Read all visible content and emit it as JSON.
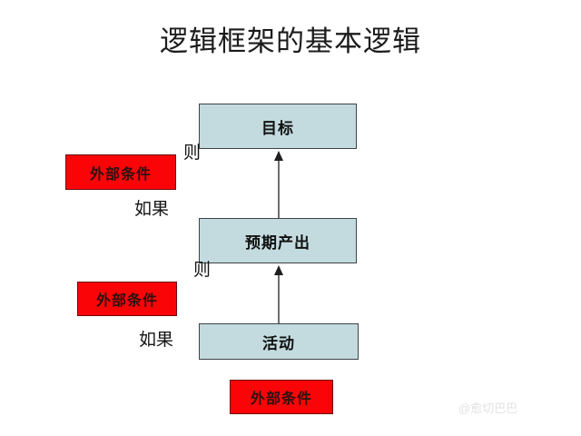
{
  "title": "逻辑框架的基本逻辑",
  "nodes": {
    "goal": {
      "label": "目标"
    },
    "output": {
      "label": "预期产出"
    },
    "activity": {
      "label": "活动"
    }
  },
  "conditions": [
    {
      "label": "外部条件"
    },
    {
      "label": "外部条件"
    },
    {
      "label": "外部条件"
    }
  ],
  "connectors": [
    {
      "label": "则"
    },
    {
      "label": "如果"
    },
    {
      "label": "则"
    },
    {
      "label": "如果"
    }
  ],
  "arrows": [
    {
      "name": "output-to-goal"
    },
    {
      "name": "activity-to-output"
    }
  ],
  "watermark": "@愈切巴巴",
  "colors": {
    "box_fill": "#c3dbdf",
    "box_border": "#3e4348",
    "condition_fill": "#fb0408",
    "condition_border": "#6d0a0c",
    "title_color": "#1b1b1b",
    "background": "#ffffff"
  }
}
